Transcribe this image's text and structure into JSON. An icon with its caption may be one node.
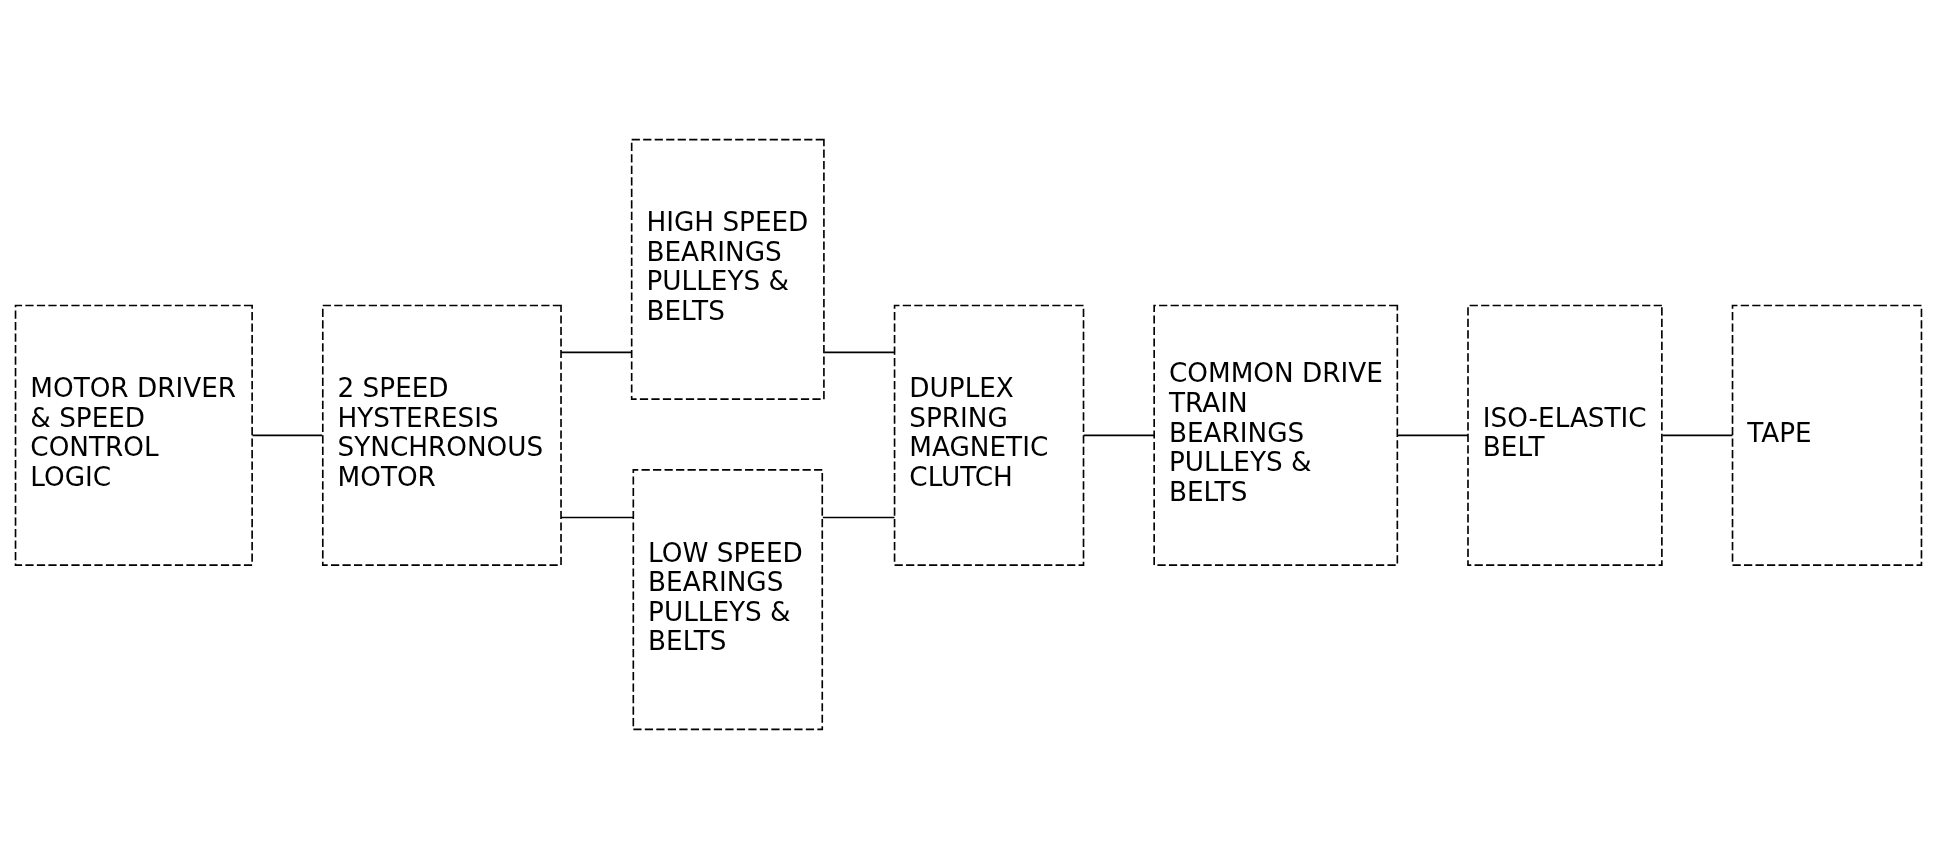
{
  "diagram": {
    "nodes": [
      {
        "text": [
          "MOTOR DRIVER & SPEED CONTROL LOGIC"
        ]
      },
      {
        "text": [
          "2 SPEED HYSTERESIS SYNCHRONOUS MOTOR"
        ]
      },
      {
        "text": [
          "HIGH SPEED BEARINGS PULLEYS & BELTS"
        ]
      },
      {
        "text": [
          "LOW SPEED BEARINGS PULLEYS & BELTS"
        ]
      },
      {
        "text": [
          "DUPLEX SPRING MAGNETIC CLUTCH"
        ]
      },
      {
        "text": [
          "COMMON DRIVE TRAIN BEARINGS PULLEYS & BELTS"
        ]
      },
      {
        "text": [
          "ISO-ELASTIC BELT"
        ]
      },
      {
        "text": [
          "TAPE"
        ]
      }
    ],
    "edges": [
      {
        "from": 0,
        "to": 1,
        "arrow": "none"
      },
      {
        "from": 1,
        "to": 2,
        "arrow": "none"
      },
      {
        "from": 1,
        "to": 3,
        "arrow": "none"
      },
      {
        "from": 2,
        "to": 4,
        "arrow": "none"
      },
      {
        "from": 3,
        "to": 4,
        "arrow": "none"
      },
      {
        "from": 4,
        "to": 5,
        "arrow": "none"
      },
      {
        "from": 5,
        "to": 6,
        "arrow": "none"
      },
      {
        "from": 6,
        "to": 7,
        "arrow": "none"
      }
    ]
  }
}
